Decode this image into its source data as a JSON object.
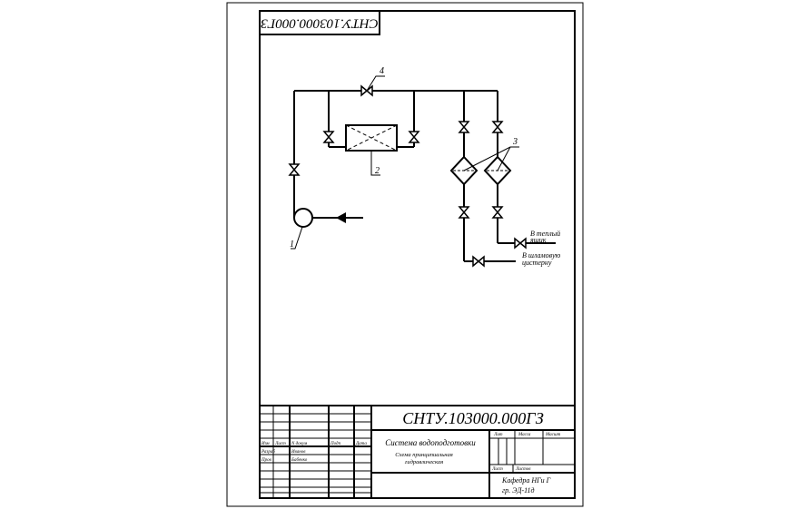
{
  "drawing_code": "СНТУ.103000.000ГЗ",
  "drawing_code_rotated": "СНТУ.103000.000ГЗ",
  "callouts": {
    "pump": "1",
    "heater": "2",
    "filters": "3",
    "valve": "4"
  },
  "destinations": {
    "warm_tank_line1": "В теплый",
    "warm_tank_line2": "ящик",
    "sludge_line1": "В шламовую",
    "sludge_line2": "цистерну"
  },
  "title_block": {
    "col_izm": "Изм",
    "col_list": "Лист",
    "col_doc": "N докум",
    "col_sign": "Подп",
    "col_date": "Дата",
    "role_dev": "Разраб",
    "name_dev": "Иванов",
    "role_check": "Пров",
    "name_check": "Бабенко",
    "title_main": "Система водоподготовки",
    "title_sub1": "Схема принципиальная",
    "title_sub2": "гидравлическая",
    "lit": "Лит",
    "mass": "Масса",
    "scale": "Масшт",
    "sheet": "Лист",
    "sheets": "Листов",
    "org1": "Кафедра НГи Г",
    "org2": "гр. ЭД-11д"
  }
}
